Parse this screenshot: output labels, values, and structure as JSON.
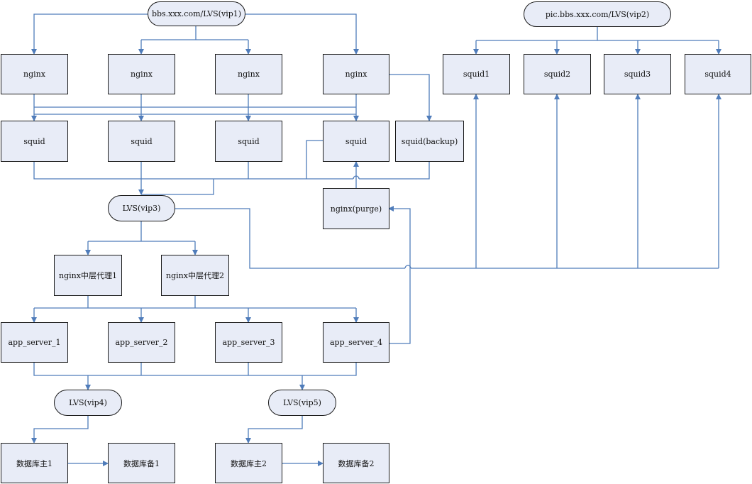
{
  "diagram": {
    "colors": {
      "box_fill": "#e8ecf7",
      "box_border": "#1a1a1a",
      "connector": "#4f7cba"
    },
    "nodes": {
      "lvs_vip1": "bbs.xxx.com/LVS(vip1)",
      "lvs_vip2": "pic.bbs.xxx.com/LVS(vip2)",
      "nginx_1": "nginx",
      "nginx_2": "nginx",
      "nginx_3": "nginx",
      "nginx_4": "nginx",
      "squid_1": "squid",
      "squid_2": "squid",
      "squid_3": "squid",
      "squid_4": "squid",
      "squid_backup": "squid(backup)",
      "pic_squid_1": "squid1",
      "pic_squid_2": "squid2",
      "pic_squid_3": "squid3",
      "pic_squid_4": "squid4",
      "lvs_vip3": "LVS(vip3)",
      "nginx_purge": "nginx(purge)",
      "mid_proxy_1": "nginx中层代理1",
      "mid_proxy_2": "nginx中层代理2",
      "app_server_1": "app_server_1",
      "app_server_2": "app_server_2",
      "app_server_3": "app_server_3",
      "app_server_4": "app_server_4",
      "lvs_vip4": "LVS(vip4)",
      "lvs_vip5": "LVS(vip5)",
      "db_master_1": "数据库主1",
      "db_backup_1": "数据库备1",
      "db_master_2": "数据库主2",
      "db_backup_2": "数据库备2"
    }
  }
}
